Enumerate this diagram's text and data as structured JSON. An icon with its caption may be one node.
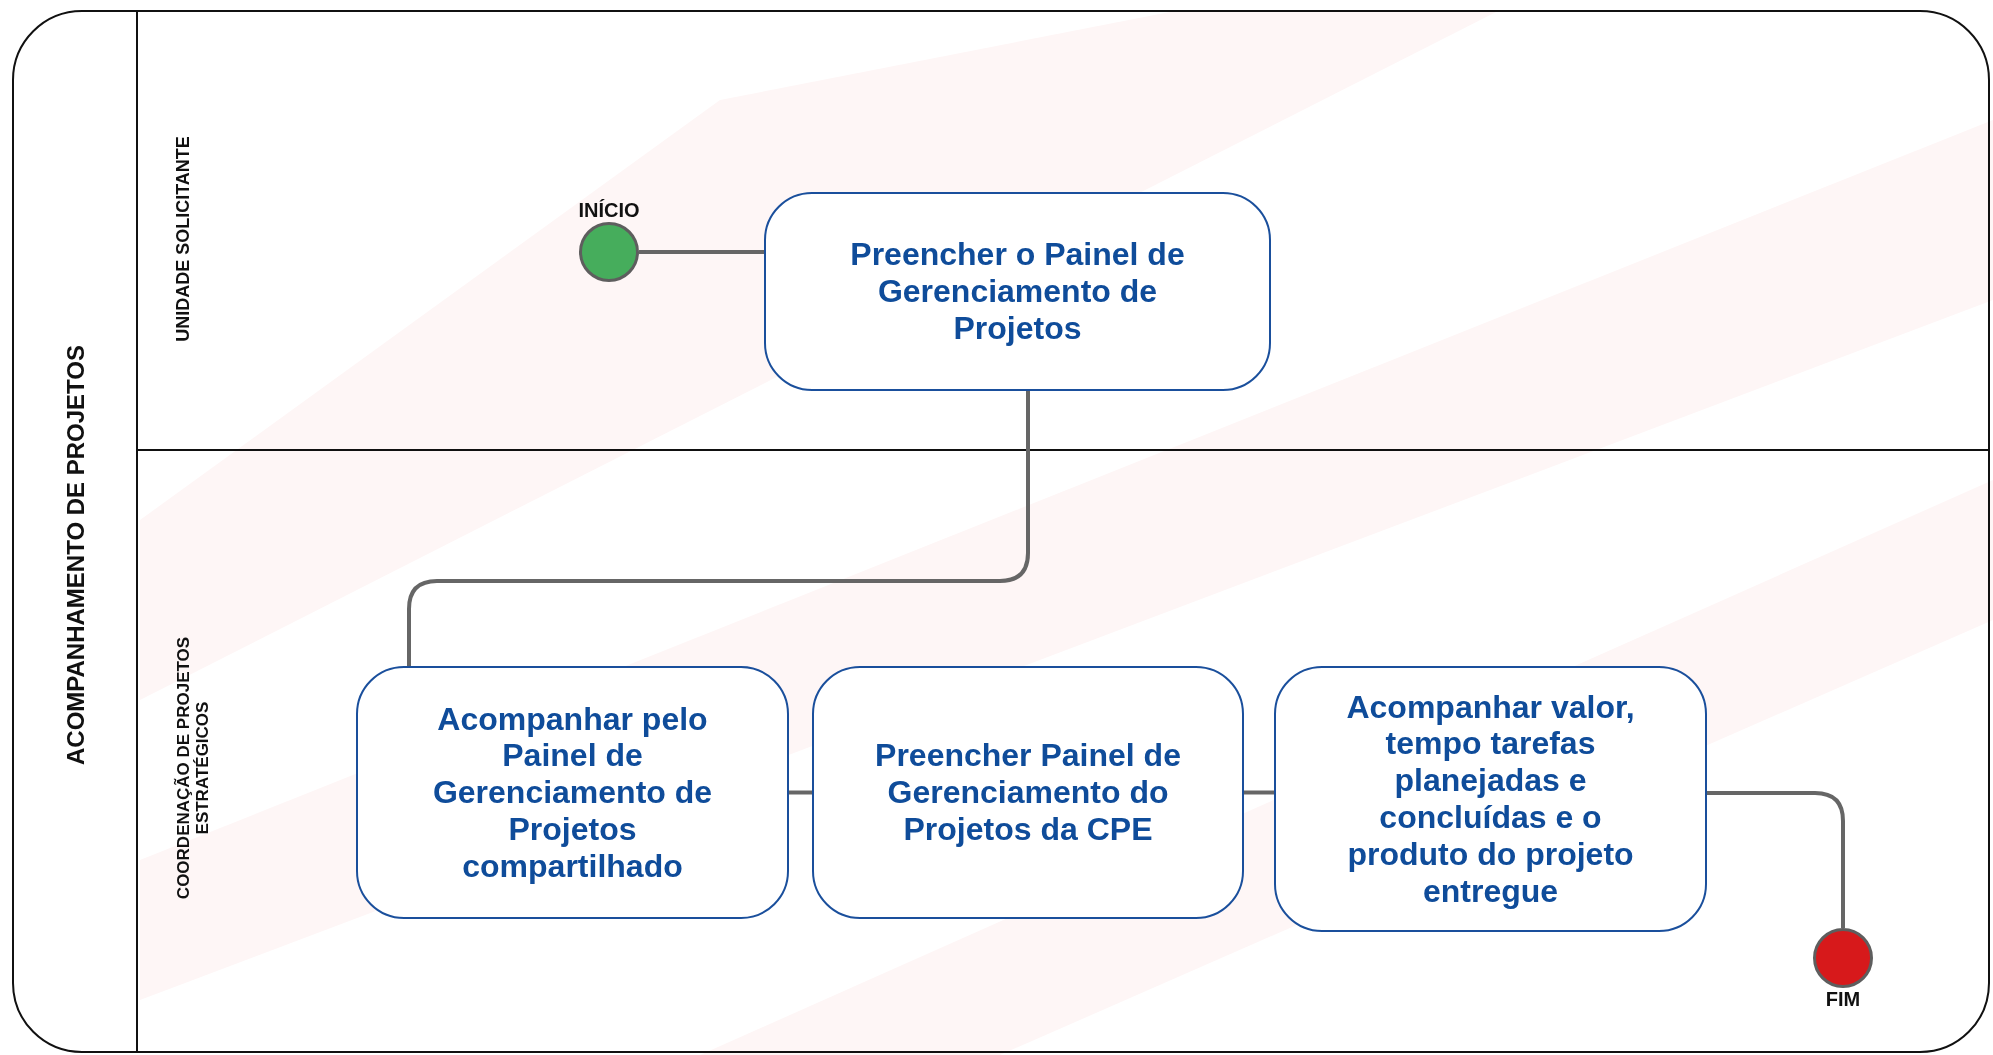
{
  "diagram": {
    "nodes": [
      {
        "text": [
          "ACOMPANHAMENTO DE PROJETOS"
        ]
      },
      {
        "text": [
          "UNIDADE SOLICITANTE"
        ],
        "in": 0
      },
      {
        "text": [
          "COORDENAÇÃO DE PROJETOS ESTRATÉGICOS"
        ],
        "in": 0
      },
      {
        "text": [
          "INÍCIO"
        ],
        "in": 1
      },
      {
        "text": [
          "Preencher o Painel de Gerenciamento de Projetos"
        ],
        "in": 1
      },
      {
        "text": [
          "Acompanhar pelo Painel de Gerenciamento de Projetos compartilhado"
        ],
        "in": 2
      },
      {
        "text": [
          "Preencher Painel de Gerenciamento do Projetos da CPE"
        ],
        "in": 2
      },
      {
        "text": [
          "Acompanhar valor, tempo tarefas planejadas e concluídas e o produto do projeto entregue"
        ],
        "in": 2
      },
      {
        "text": [
          "FIM"
        ],
        "in": 2
      }
    ],
    "edges": [
      {
        "from": 3,
        "to": 4,
        "arrow": "none"
      },
      {
        "from": 4,
        "to": 5,
        "arrow": "none"
      },
      {
        "from": 5,
        "to": 6,
        "arrow": "none"
      },
      {
        "from": 6,
        "to": 7,
        "arrow": "none"
      },
      {
        "from": 7,
        "to": 8,
        "arrow": "none"
      }
    ]
  }
}
